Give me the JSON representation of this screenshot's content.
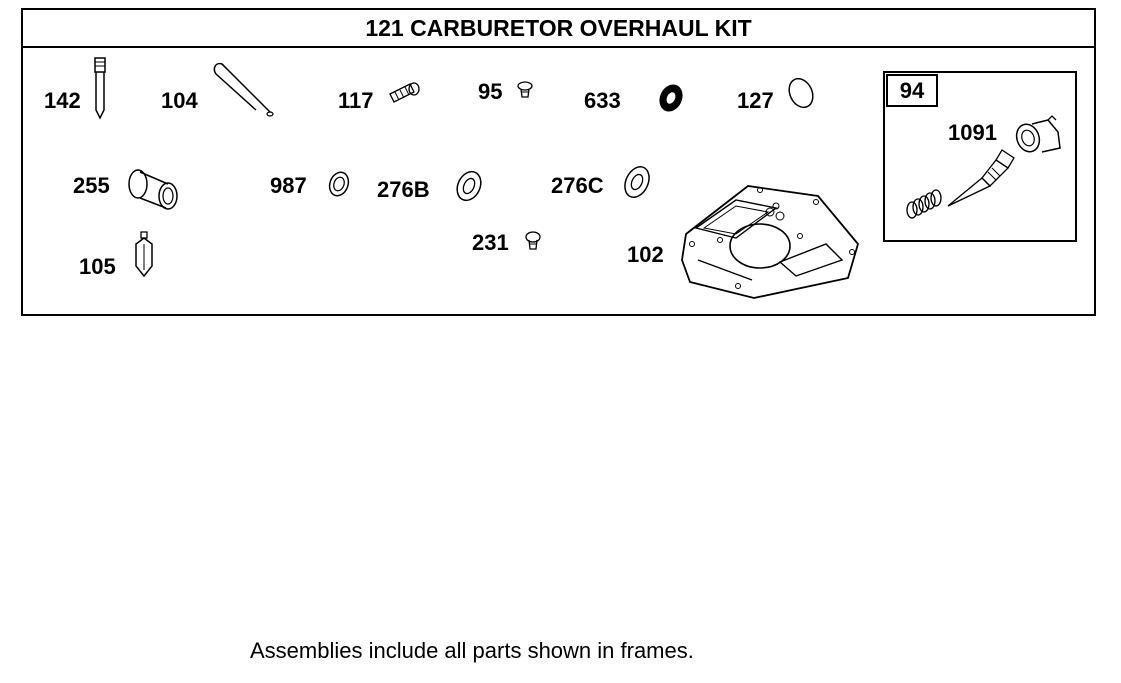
{
  "kit": {
    "title": "121 CARBURETOR OVERHAUL KIT"
  },
  "parts": {
    "p142": "142",
    "p104": "104",
    "p117": "117",
    "p95": "95",
    "p633": "633",
    "p127": "127",
    "p255": "255",
    "p987": "987",
    "p276b": "276B",
    "p276c": "276C",
    "p105": "105",
    "p231": "231",
    "p102": "102",
    "p1091": "1091"
  },
  "assembly": {
    "tag": "94"
  },
  "footer": {
    "note": "Assemblies include all parts shown in frames."
  }
}
